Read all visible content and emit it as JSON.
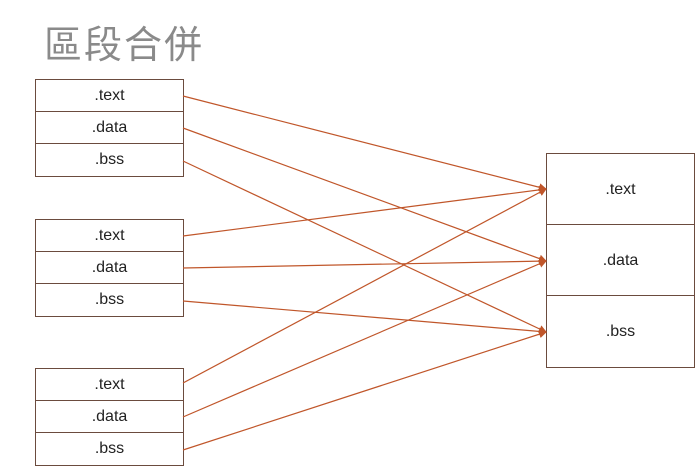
{
  "title": "區段合併",
  "sources": [
    {
      "sections": [
        ".text",
        ".data",
        ".bss"
      ]
    },
    {
      "sections": [
        ".text",
        ".data",
        ".bss"
      ]
    },
    {
      "sections": [
        ".text",
        ".data",
        ".bss"
      ]
    }
  ],
  "target": {
    "sections": [
      ".text",
      ".data",
      ".bss"
    ]
  },
  "colors": {
    "arrow": "#c0562a",
    "border": "#6b4b3e",
    "title": "#8a8a8a"
  }
}
